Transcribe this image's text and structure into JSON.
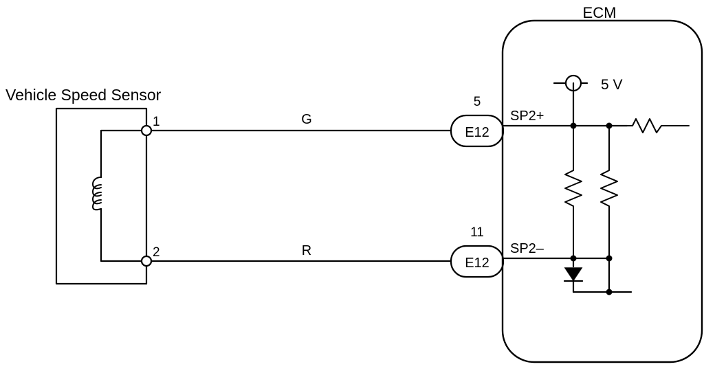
{
  "sensor": {
    "title": "Vehicle Speed Sensor",
    "pin1": "1",
    "pin2": "2"
  },
  "ecm": {
    "title": "ECM",
    "supply": "5 V",
    "sp2_plus": "SP2+",
    "sp2_minus": "SP2–"
  },
  "wires": {
    "top_color": "G",
    "bottom_color": "R"
  },
  "connectors": {
    "top": {
      "name": "E12",
      "pin": "5"
    },
    "bottom": {
      "name": "E12",
      "pin": "11"
    }
  }
}
